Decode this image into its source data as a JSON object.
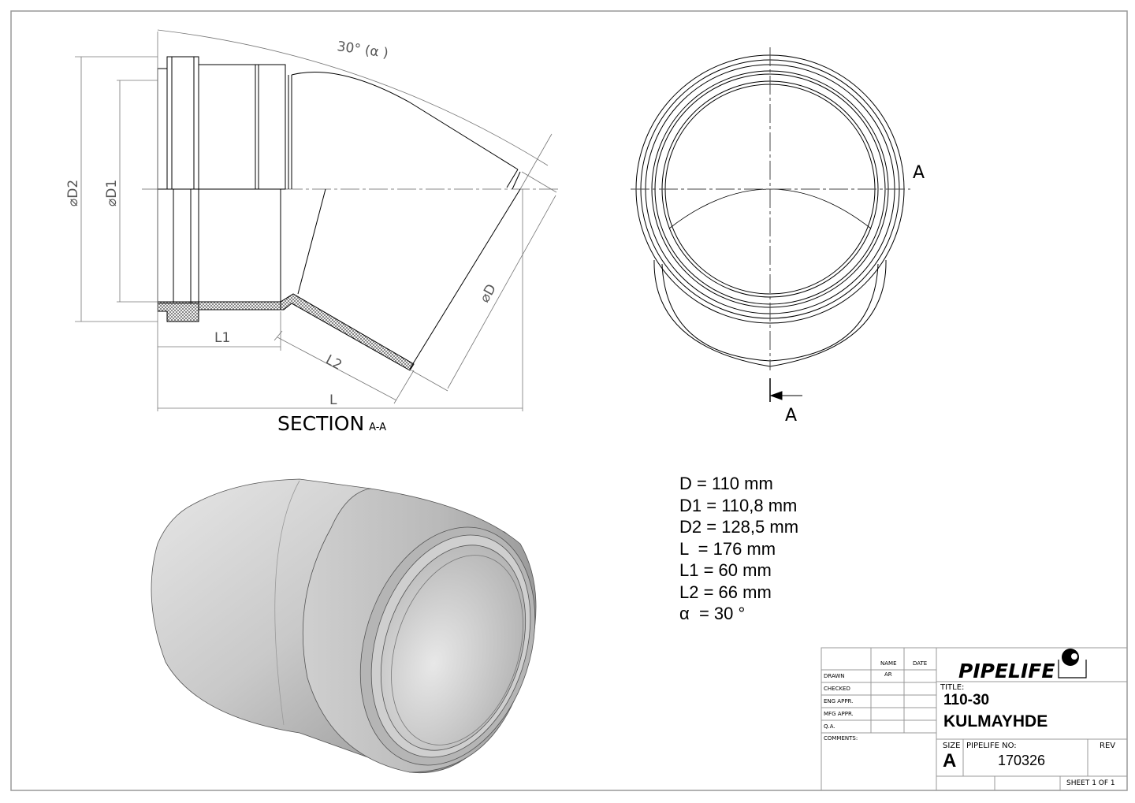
{
  "section_view": {
    "label": "SECTION",
    "label_suffix": "A-A",
    "angle_label": "30° (α )",
    "dim_labels": {
      "D2": "D2",
      "D1": "D1",
      "D": "D",
      "L": "L",
      "L1": "L1",
      "L2": "L2"
    },
    "diameter_symbol": "⌀"
  },
  "end_view": {
    "section_marker_top": "A",
    "section_marker_bottom": "A"
  },
  "specs": [
    "D = 110 mm",
    "D1 = 110,8 mm",
    "D2 = 128,5 mm",
    "L  = 176 mm",
    "L1 = 60 mm",
    "L2 = 66 mm",
    "α  = 30 °"
  ],
  "title_block": {
    "col_name": "NAME",
    "col_date": "DATE",
    "rows": [
      {
        "label": "DRAWN",
        "name": "AR",
        "date": ""
      },
      {
        "label": "CHECKED",
        "name": "",
        "date": ""
      },
      {
        "label": "ENG APPR.",
        "name": "",
        "date": ""
      },
      {
        "label": "MFG APPR.",
        "name": "",
        "date": ""
      },
      {
        "label": "Q.A.",
        "name": "",
        "date": ""
      }
    ],
    "comments_label": "COMMENTS:",
    "logo": "PIPELIFE",
    "title_label": "TITLE:",
    "title_line1": "110-30",
    "title_line2": "KULMAYHDE",
    "size_label": "SIZE",
    "size_value": "A",
    "number_label": "PIPELIFE NO:",
    "number_value": "170326",
    "rev_label": "REV",
    "sheet": "SHEET 1 OF 1"
  }
}
